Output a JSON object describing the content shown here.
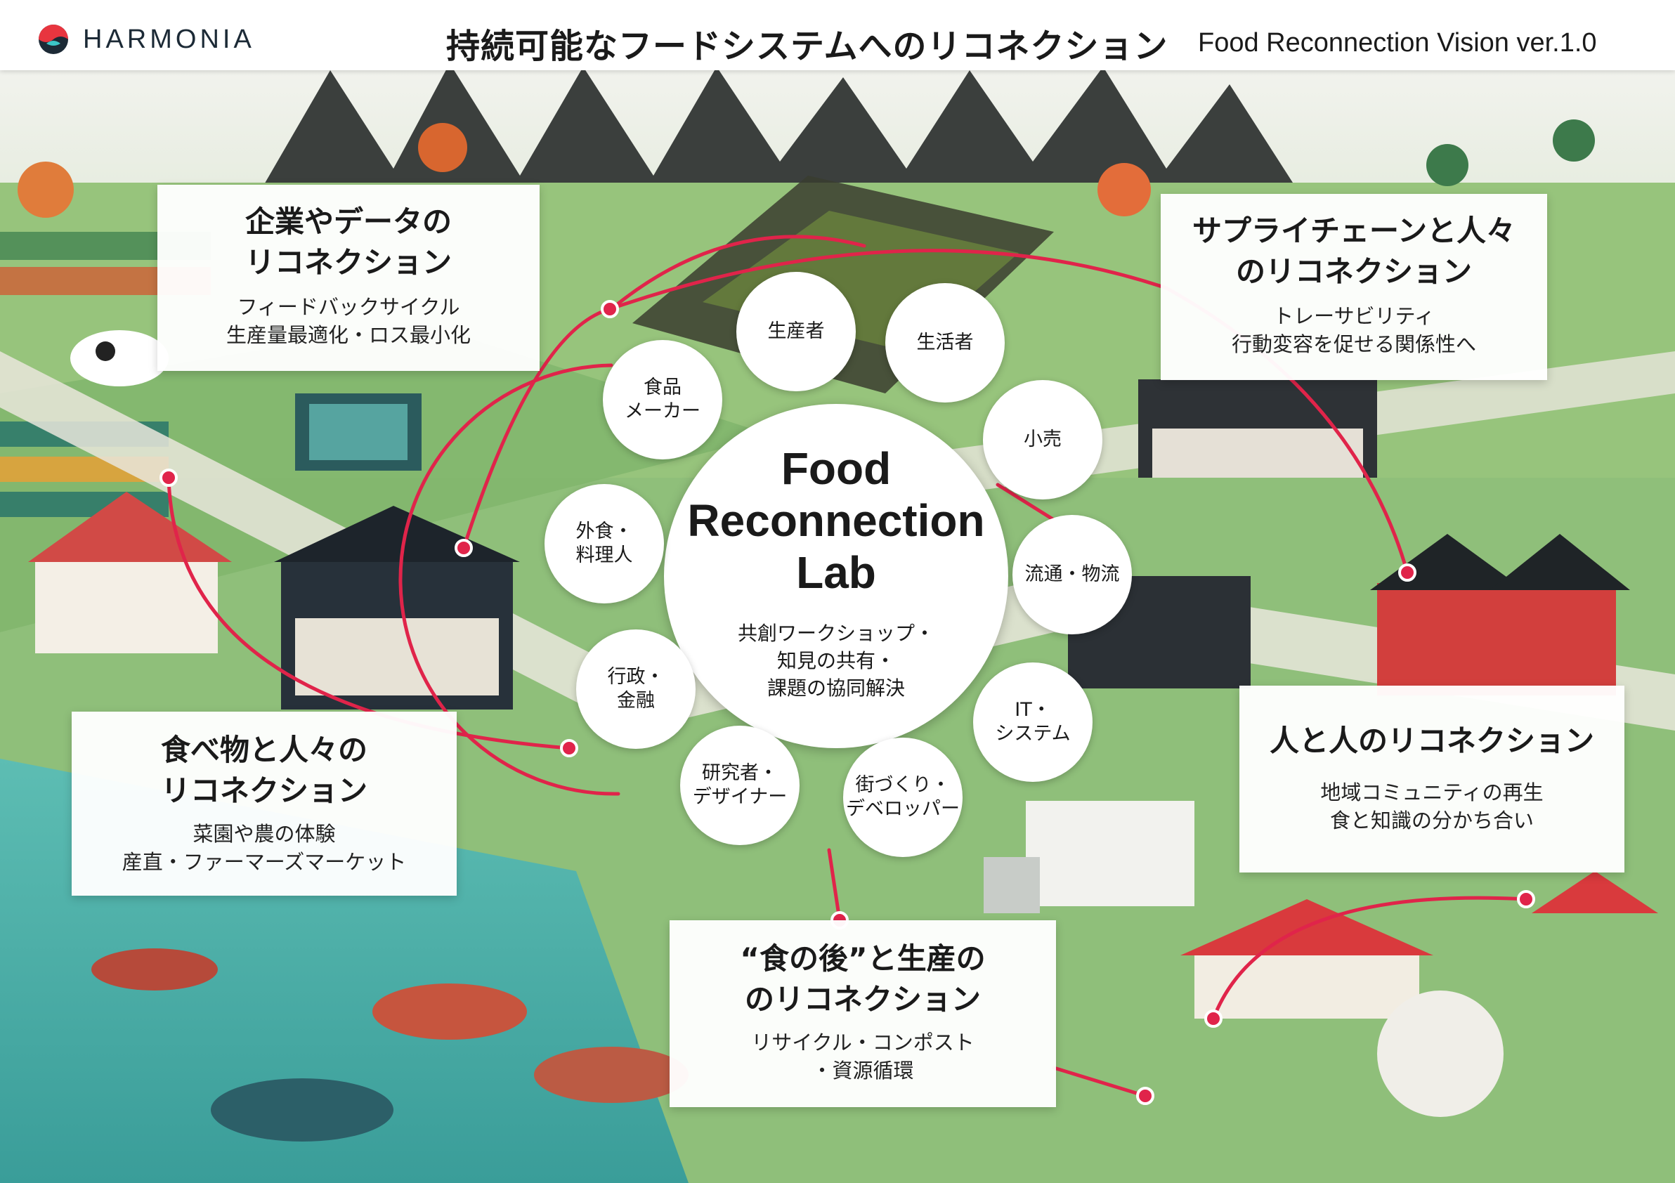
{
  "header": {
    "brand": "HARMONIA",
    "title": "持続可能なフードシステムへのリコネクション",
    "subtitle": "Food Reconnection Vision ver.1.0"
  },
  "hub": {
    "title_lines": [
      "Food",
      "Reconnection",
      "Lab"
    ],
    "desc_lines": [
      "共創ワークショップ・",
      "知見の共有・",
      "課題の協同解決"
    ]
  },
  "stakeholders": [
    {
      "lines": [
        "生産者"
      ]
    },
    {
      "lines": [
        "生活者"
      ]
    },
    {
      "lines": [
        "小売"
      ]
    },
    {
      "lines": [
        "流通・物流"
      ]
    },
    {
      "lines": [
        "IT・",
        "システム"
      ]
    },
    {
      "lines": [
        "街づくり・",
        "デベロッパー"
      ]
    },
    {
      "lines": [
        "研究者・",
        "デザイナー"
      ]
    },
    {
      "lines": [
        "行政・",
        "金融"
      ]
    },
    {
      "lines": [
        "外食・",
        "料理人"
      ]
    },
    {
      "lines": [
        "食品",
        "メーカー"
      ]
    }
  ],
  "boxes": {
    "company_data": {
      "heading_lines": [
        "企業やデータの",
        "リコネクション"
      ],
      "desc_lines": [
        "フィードバックサイクル",
        "生産量最適化・ロス最小化"
      ]
    },
    "supply_chain": {
      "heading_lines": [
        "サプライチェーンと人々",
        "のリコネクション"
      ],
      "desc_lines": [
        "トレーサビリティ",
        "行動変容を促せる関係性へ"
      ]
    },
    "food_people": {
      "heading_lines": [
        "食べ物と人々の",
        "リコネクション"
      ],
      "desc_lines": [
        "菜園や農の体験",
        "産直・ファーマーズマーケット"
      ]
    },
    "people_people": {
      "heading_lines": [
        "人と人のリコネクション"
      ],
      "desc_lines": [
        "地域コミュニティの再生",
        "食と知識の分かち合い"
      ]
    },
    "after_food": {
      "heading_lines": [
        "“食の後”と生産の",
        "のリコネクション"
      ],
      "desc_lines": [
        "リサイクル・コンポスト",
        "・資源循環"
      ]
    }
  },
  "colors": {
    "accent": "#e0244a",
    "logo_red": "#e8353f",
    "logo_navy": "#1c2a36",
    "logo_teal": "#3cc6c8",
    "mountain": "#3b3f3d",
    "sky": "#eef1ea",
    "grass": "#8fbf7a",
    "water": "#4fb0a8"
  }
}
